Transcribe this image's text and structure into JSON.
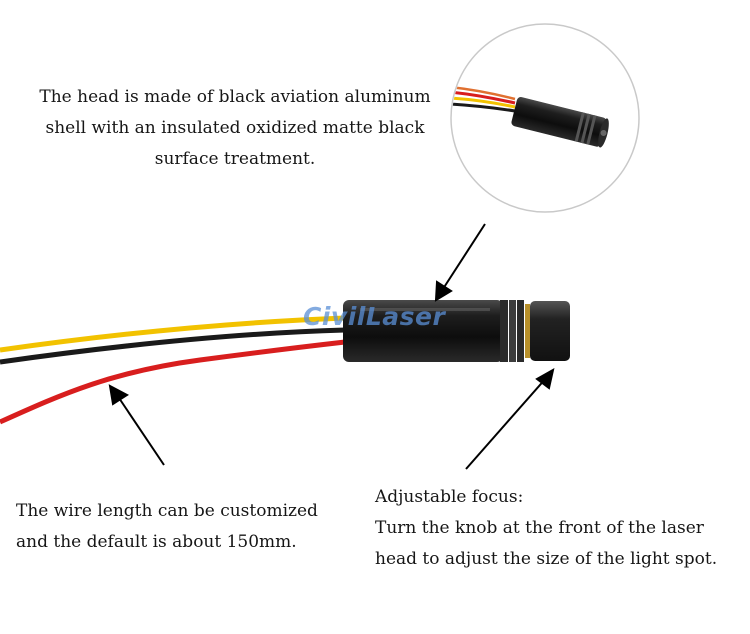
{
  "captions": {
    "head": {
      "lines": [
        "The head is made of black aviation aluminum",
        "shell with an insulated oxidized matte black",
        "surface treatment."
      ]
    },
    "wire": {
      "lines": [
        "The wire length can be customized",
        "and the default is about 150mm."
      ]
    },
    "focus": {
      "lines": [
        "Adjustable focus:",
        "Turn the knob at the front of the laser",
        "head to adjust the size of the light spot."
      ]
    }
  },
  "watermark": "CivilLaser",
  "colors": {
    "wire_yellow": "#f2c200",
    "wire_black": "#1a1a1a",
    "wire_red": "#d81e1e",
    "body_black": "#1c1c1c",
    "ring_gold": "#b8902a"
  }
}
